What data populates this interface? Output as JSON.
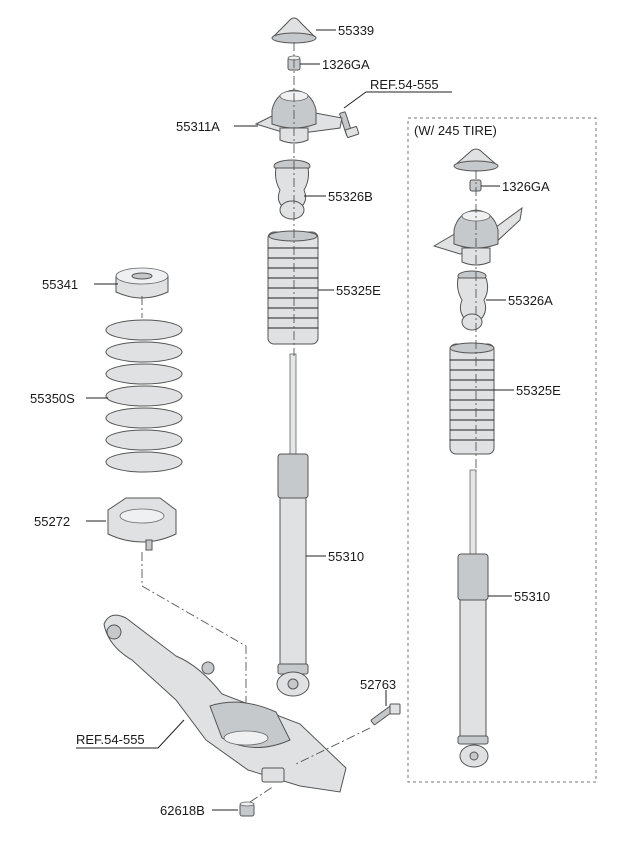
{
  "parts": {
    "p55339": "55339",
    "p1326GA_main": "1326GA",
    "ref_upper": "REF.54-555",
    "p55311A": "55311A",
    "p55326B": "55326B",
    "p55325E_main": "55325E",
    "p55341": "55341",
    "p55350S": "55350S",
    "p55272": "55272",
    "p55310_main": "55310",
    "p52763": "52763",
    "ref_lower": "REF.54-555",
    "p62618B": "62618B"
  },
  "variant": {
    "title": "(W/ 245 TIRE)",
    "p1326GA": "1326GA",
    "p55326A": "55326A",
    "p55325E": "55325E",
    "p55310": "55310"
  }
}
